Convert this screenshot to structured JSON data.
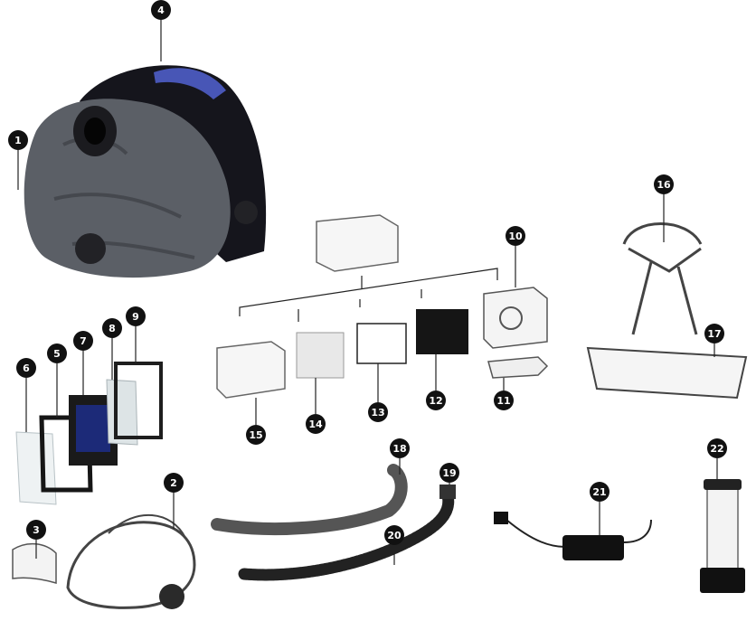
{
  "colors": {
    "badge": "#111111",
    "badge_text": "#ffffff",
    "line": "#222222",
    "shell": "#15151c",
    "shell_highlight": "#5566dd",
    "hood": "#5b5f66",
    "lens": "#1c2a78",
    "part_outline": "#444444"
  },
  "callouts": [
    {
      "id": "callout-1",
      "label": "1"
    },
    {
      "id": "callout-2",
      "label": "2"
    },
    {
      "id": "callout-3",
      "label": "3"
    },
    {
      "id": "callout-4",
      "label": "4"
    },
    {
      "id": "callout-5",
      "label": "5"
    },
    {
      "id": "callout-6",
      "label": "6"
    },
    {
      "id": "callout-7",
      "label": "7"
    },
    {
      "id": "callout-8",
      "label": "8"
    },
    {
      "id": "callout-9",
      "label": "9"
    },
    {
      "id": "callout-10",
      "label": "10"
    },
    {
      "id": "callout-11",
      "label": "11"
    },
    {
      "id": "callout-12",
      "label": "12"
    },
    {
      "id": "callout-13",
      "label": "13"
    },
    {
      "id": "callout-14",
      "label": "14"
    },
    {
      "id": "callout-15",
      "label": "15"
    },
    {
      "id": "callout-16",
      "label": "16"
    },
    {
      "id": "callout-17",
      "label": "17"
    },
    {
      "id": "callout-18",
      "label": "18"
    },
    {
      "id": "callout-19",
      "label": "19"
    },
    {
      "id": "callout-20",
      "label": "20"
    },
    {
      "id": "callout-21",
      "label": "21"
    },
    {
      "id": "callout-22",
      "label": "22"
    }
  ]
}
